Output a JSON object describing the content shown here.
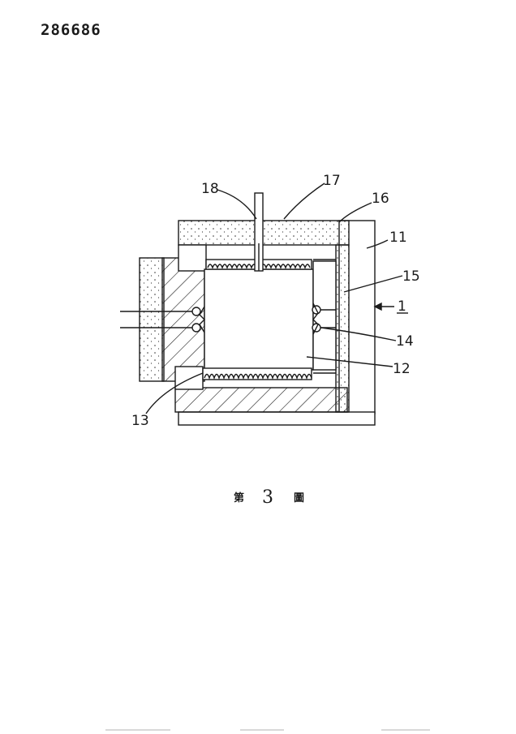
{
  "document": {
    "number": "286686"
  },
  "figure": {
    "caption_prefix": "第",
    "caption_number": "3",
    "caption_suffix": "圖",
    "labels": {
      "l18": "18",
      "l17": "17",
      "l16": "16",
      "l11": "11",
      "l15": "15",
      "l1": "1",
      "l14": "14",
      "l12": "12",
      "l13": "13"
    }
  }
}
